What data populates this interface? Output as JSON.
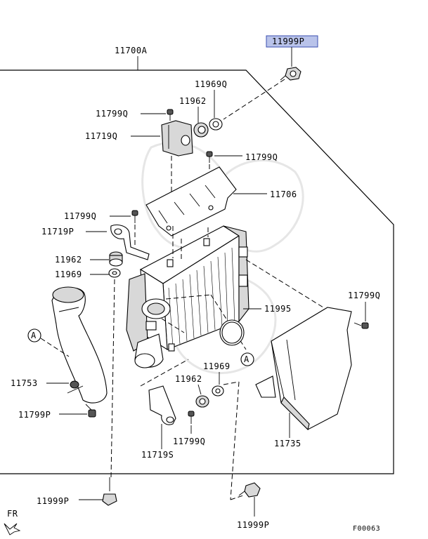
{
  "diagram": {
    "assembly_label": "11700A",
    "figure_code": "F00063",
    "direction_label": "FR",
    "parts": [
      {
        "id": "p-11999p-top",
        "label": "11999P",
        "highlighted": true
      },
      {
        "id": "p-11969q-top",
        "label": "11969Q"
      },
      {
        "id": "p-11962-top",
        "label": "11962"
      },
      {
        "id": "p-11799q-top",
        "label": "11799Q"
      },
      {
        "id": "p-11719q",
        "label": "11719Q"
      },
      {
        "id": "p-11799q-mid",
        "label": "11799Q"
      },
      {
        "id": "p-11706",
        "label": "11706"
      },
      {
        "id": "p-11799q-left",
        "label": "11799Q"
      },
      {
        "id": "p-11719p",
        "label": "11719P"
      },
      {
        "id": "p-11962-left",
        "label": "11962"
      },
      {
        "id": "p-11969-left",
        "label": "11969"
      },
      {
        "id": "p-11995",
        "label": "11995"
      },
      {
        "id": "p-11799q-right",
        "label": "11799Q"
      },
      {
        "id": "p-11969-bot",
        "label": "11969"
      },
      {
        "id": "p-11962-bot",
        "label": "11962"
      },
      {
        "id": "p-11753",
        "label": "11753"
      },
      {
        "id": "p-11799p",
        "label": "11799P"
      },
      {
        "id": "p-11799q-bot",
        "label": "11799Q"
      },
      {
        "id": "p-11735",
        "label": "11735"
      },
      {
        "id": "p-11719s",
        "label": "11719S"
      },
      {
        "id": "p-11999p-left",
        "label": "11999P"
      },
      {
        "id": "p-11999p-bot",
        "label": "11999P"
      }
    ],
    "reference_markers": [
      "A",
      "A"
    ],
    "colors": {
      "highlight_fill": "#b9c3ea",
      "highlight_border": "#3b4fb0",
      "line": "#000000"
    }
  }
}
